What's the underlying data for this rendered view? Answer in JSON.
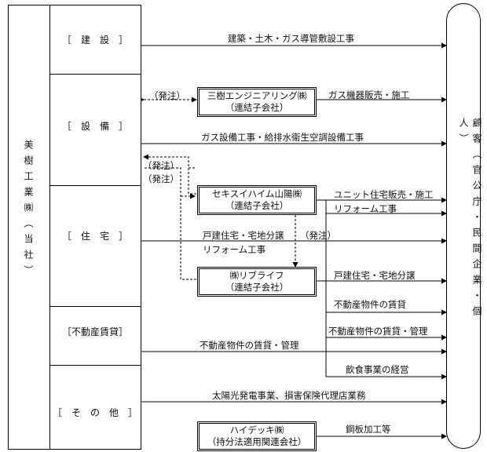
{
  "company": "美樹工業㈱（当社）",
  "customers": "顧客（官公庁・民間企業・個人）",
  "segments": {
    "construction": "［　建　設　］",
    "equipment": "［　設　備　］",
    "housing": "［　住　宅　］",
    "realestate": "［不動産賃貸］",
    "other": "［　そ　の　他　］"
  },
  "subsidiaries": {
    "miki_eng": {
      "name": "三樹エンジニアリング㈱",
      "type": "（連結子会社）"
    },
    "sekisui": {
      "name": "セキスイハイム山陽㈱",
      "type": "（連結子会社）"
    },
    "relife": {
      "name": "㈱リブライフ",
      "type": "（連結子会社）"
    },
    "heideck": {
      "name": "ハイデッキ㈱",
      "type": "（持分法適用関連会社）"
    }
  },
  "flows": {
    "construction": "建築・土木・ガス導管敷設工事",
    "order1": "（発注）",
    "gas_sales": "ガス機器販売・施工",
    "equipment_work": "ガス設備工事・給排水衛生空調設備工事",
    "order2": "（発注）",
    "order3": "（発注）",
    "unit_house": "ユニット住宅販売・施工",
    "reform1": "リフォーム工事",
    "house_land": "戸建住宅・宅地分譲",
    "reform2": "リフォーム工事",
    "order4": "（発注）",
    "house_land2": "戸建住宅・宅地分譲",
    "rental1": "不動産物件の賃貸",
    "rental_mgmt1": "不動産物件の賃貸・管理",
    "rental_mgmt2": "不動産物件の賃貸・管理",
    "restaurant": "飲食事業の経営",
    "solar": "太陽光発電事業、損害保険代理店業務",
    "steel": "鋼板加工等"
  }
}
